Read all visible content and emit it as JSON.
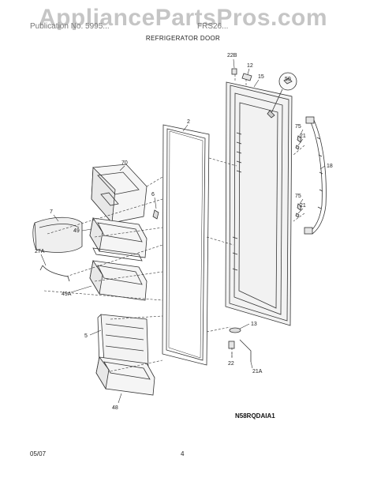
{
  "watermark": "AppliancePartsPros.com",
  "header": {
    "left_text": "Publication No. 5995...",
    "right_text": "FRS26...",
    "title": "REFRIGERATOR DOOR"
  },
  "diagram": {
    "callouts": {
      "c_22B": "22B",
      "c_12": "12",
      "c_15": "15",
      "c_50": "50",
      "c_2": "2",
      "c_70": "70",
      "c_6": "6",
      "c_75a": "75",
      "c_21a": "21",
      "c_18": "18",
      "c_75b": "75",
      "c_21b": "21",
      "c_7": "7",
      "c_49": "49",
      "c_27A": "27A",
      "c_49A": "49A",
      "c_13": "13",
      "c_5": "5",
      "c_22": "22",
      "c_21A": "21A",
      "c_48": "48"
    },
    "code": "N58RQDAIA1"
  },
  "footer": {
    "date": "05/07",
    "page": "4"
  }
}
